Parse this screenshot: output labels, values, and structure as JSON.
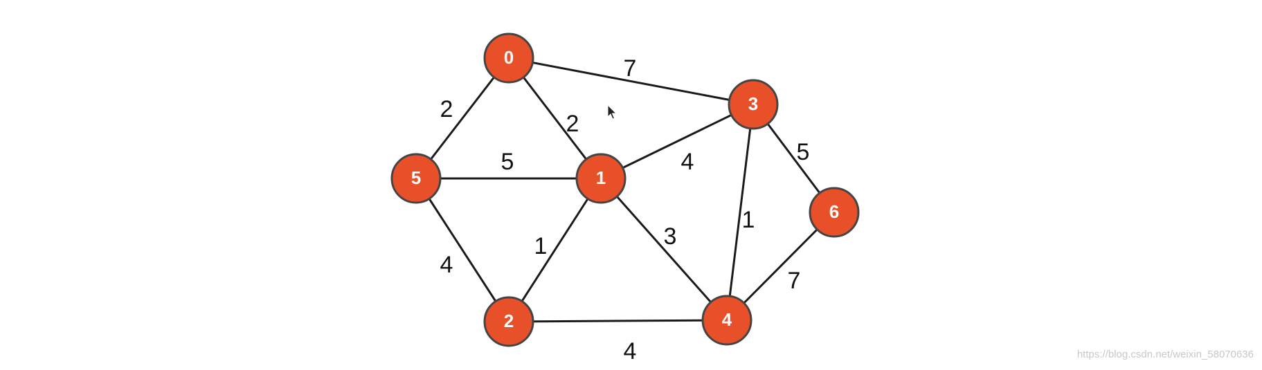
{
  "graph": {
    "node_color": "#e8502a",
    "edge_color": "#1a1a1a",
    "nodes": [
      {
        "id": "0",
        "label": "0"
      },
      {
        "id": "1",
        "label": "1"
      },
      {
        "id": "2",
        "label": "2"
      },
      {
        "id": "3",
        "label": "3"
      },
      {
        "id": "4",
        "label": "4"
      },
      {
        "id": "5",
        "label": "5"
      },
      {
        "id": "6",
        "label": "6"
      }
    ],
    "edges": [
      {
        "from": "0",
        "to": "3",
        "weight": "7"
      },
      {
        "from": "0",
        "to": "5",
        "weight": "2"
      },
      {
        "from": "0",
        "to": "1",
        "weight": "2"
      },
      {
        "from": "5",
        "to": "1",
        "weight": "5"
      },
      {
        "from": "1",
        "to": "3",
        "weight": "4"
      },
      {
        "from": "3",
        "to": "6",
        "weight": "5"
      },
      {
        "from": "3",
        "to": "4",
        "weight": "1"
      },
      {
        "from": "1",
        "to": "2",
        "weight": "1"
      },
      {
        "from": "1",
        "to": "4",
        "weight": "3"
      },
      {
        "from": "5",
        "to": "2",
        "weight": "4"
      },
      {
        "from": "4",
        "to": "6",
        "weight": "7"
      },
      {
        "from": "2",
        "to": "4",
        "weight": "4"
      }
    ]
  },
  "watermark": {
    "text": "https://blog.csdn.net/weixin_58070636"
  }
}
